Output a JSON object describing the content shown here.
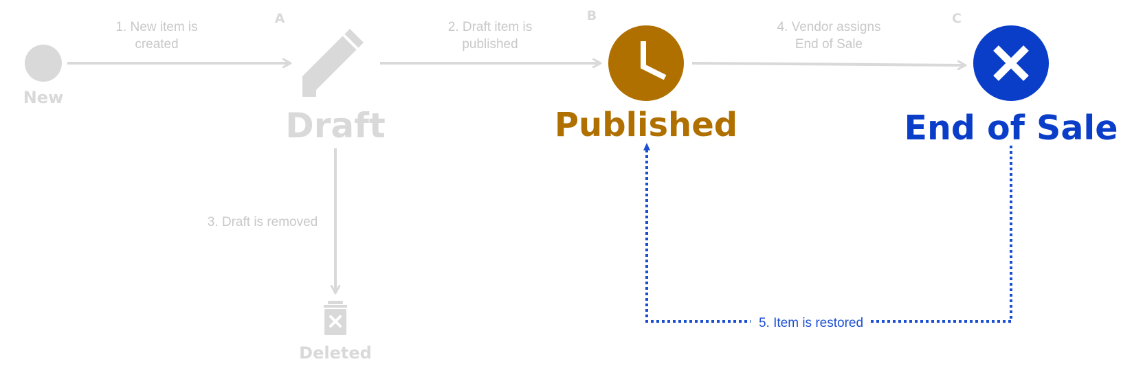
{
  "colors": {
    "inactive": "#d9d9d9",
    "inactive_text": "#c8c8c8",
    "published": "#b07000",
    "end_of_sale": "#0a3ec9",
    "restore_line": "#1b4fd1",
    "white": "#ffffff"
  },
  "states": {
    "new": {
      "label": "New",
      "icon": "circle-icon"
    },
    "draft": {
      "label": "Draft",
      "icon": "pencil-icon",
      "letter": "A"
    },
    "published": {
      "label": "Published",
      "icon": "clock-icon",
      "letter": "B"
    },
    "end_of_sale": {
      "label": "End of Sale",
      "icon": "x-circle-icon",
      "letter": "C"
    },
    "deleted": {
      "label": "Deleted",
      "icon": "trash-x-icon"
    }
  },
  "transitions": {
    "t1": {
      "line1": "1. New item is",
      "line2": "created"
    },
    "t2": {
      "line1": "2. Draft item is",
      "line2": "published"
    },
    "t3": {
      "text": "3. Draft is removed"
    },
    "t4": {
      "line1": "4. Vendor assigns",
      "line2": "End of Sale"
    },
    "t5": {
      "text": "5. Item is restored"
    }
  }
}
